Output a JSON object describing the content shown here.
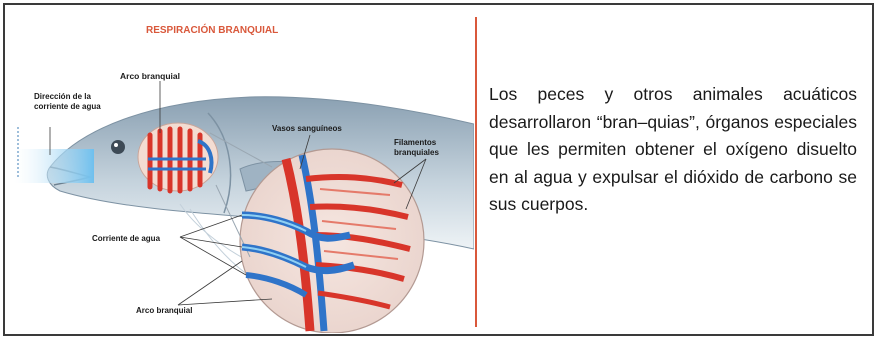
{
  "diagram": {
    "title": "RESPIRACIÓN BRANQUIAL",
    "labels": {
      "arco_top": "Arco branquial",
      "direccion_1": "Dirección de la",
      "direccion_2": "corriente de agua",
      "vasos": "Vasos sanguíneos",
      "filamentos_1": "Filamentos",
      "filamentos_2": "branquiales",
      "corriente": "Corriente de agua",
      "arco_bottom": "Arco branquial"
    }
  },
  "text": {
    "paragraph": "Los peces y otros animales acuáticos desarrollaron “bran–quias”, órganos especiales que les permiten obtener el oxígeno disuelto en al agua y expulsar el dióxido de carbono se sus cuerpos."
  },
  "colors": {
    "title": "#d9583b",
    "fish_body": "#aebfcb",
    "water": "#7ec8ef",
    "blood_red": "#d8352a",
    "blood_blue": "#2f74c9",
    "divider": "#d9583b"
  }
}
